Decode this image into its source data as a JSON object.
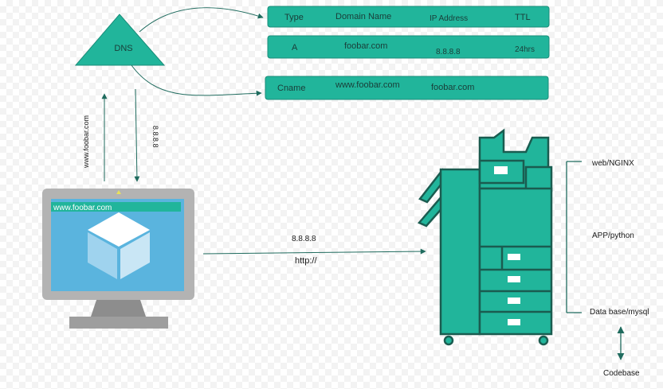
{
  "dns_label": "DNS",
  "records": {
    "header": {
      "type": "Type",
      "domain": "Domain Name",
      "ip": "IP Address",
      "ttl": "TTL"
    },
    "a_record": {
      "type": "A",
      "domain": "foobar.com",
      "ip": "8.8.8.8",
      "ttl": "24hrs"
    },
    "cname_record": {
      "type": "Cname",
      "domain": "www.foobar.com",
      "target": "foobar.com"
    }
  },
  "request_label": "www.foobar.com",
  "response_label": "8.8.8.8",
  "browser_url": "www.foobar.com",
  "connection": {
    "ip": "8.8.8.8",
    "protocol": "http://"
  },
  "server_layers": {
    "web": "web/NGINX",
    "app": "APP/python",
    "db": "Data base/mysql",
    "codebase": "Codebase"
  },
  "colors": {
    "teal": "#21b59b",
    "teal_dark": "#1a8c78",
    "teal_light": "#2ec4a6",
    "line": "#1f6b5e",
    "monitor_frame": "#b3b3b3",
    "screen": "#5ab4de"
  }
}
